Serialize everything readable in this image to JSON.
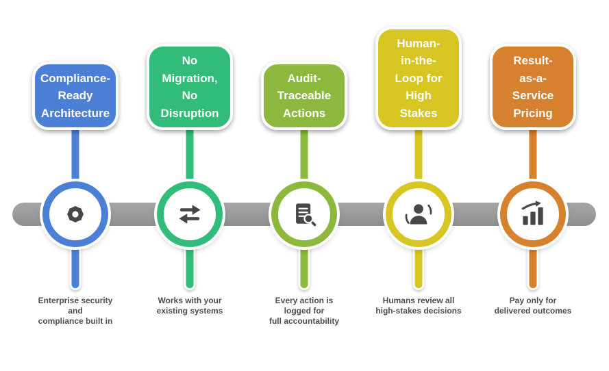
{
  "figure": {
    "background": "#ffffff",
    "bar_color": "#9c9c9c",
    "icon_color": "#474747"
  },
  "steps": [
    {
      "title": "Compliance-\nReady\nArchitecture",
      "description": "Enterprise security\nand\ncompliance built in",
      "color": "#4c80d6",
      "icon": "gear-icon"
    },
    {
      "title": "No\nMigration,\nNo\nDisruption",
      "description": "Works with your\nexisting systems",
      "color": "#31bd79",
      "icon": "sync-arrows-icon"
    },
    {
      "title": "Audit-\nTraceable\nActions",
      "description": "Every action is\nlogged for\nfull accountability",
      "color": "#8cb83d",
      "icon": "audit-search-icon"
    },
    {
      "title": "Human-\nin-the-\nLoop for\nHigh\nStakes",
      "description": "Humans review all\nhigh-stakes decisions",
      "color": "#d7c522",
      "icon": "person-icon"
    },
    {
      "title": "Result-\nas-a-\nService\nPricing",
      "description": "Pay only for\ndelivered outcomes",
      "color": "#d6812d",
      "icon": "bar-chart-icon"
    }
  ]
}
